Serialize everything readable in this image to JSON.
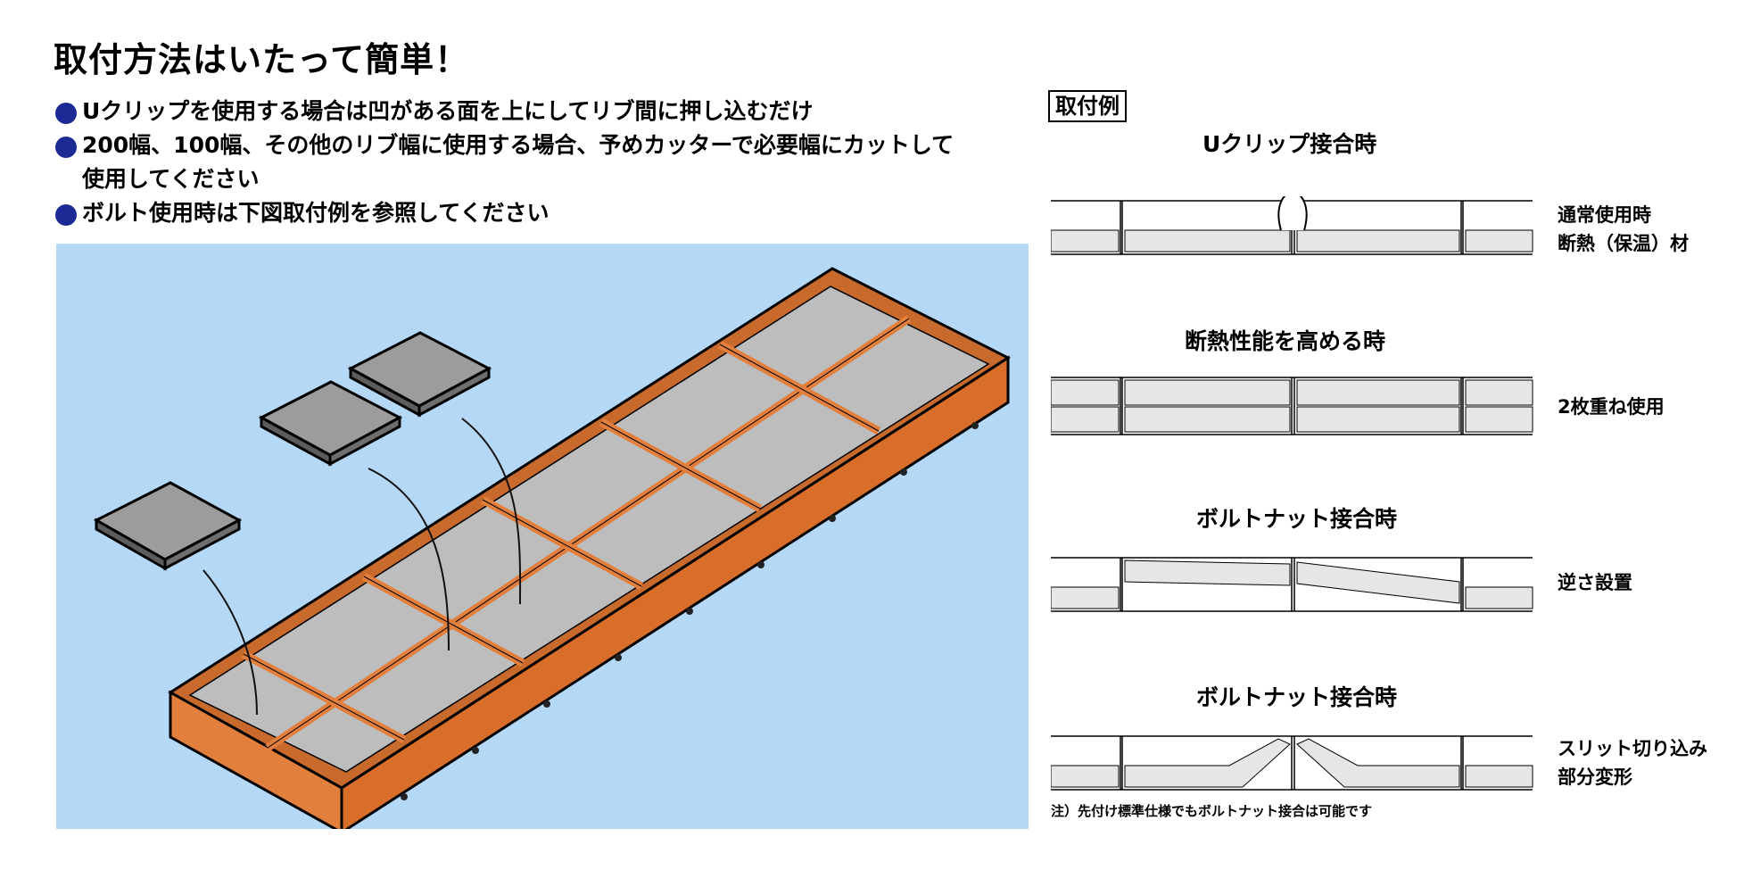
{
  "title": "取付方法はいたって簡単！",
  "bullets": [
    {
      "lines": [
        "Uクリップを使用する場合は凹がある面を上にしてリブ間に押し込むだけ"
      ]
    },
    {
      "lines": [
        "200幅、100幅、その他のリブ幅に使用する場合、予めカッターで必要幅にカットして",
        "使用してください"
      ]
    },
    {
      "lines": [
        "ボルト使用時は下図取付例を参照してください"
      ]
    }
  ],
  "bullet_color": "#1c2a96",
  "colors": {
    "sky": "#b5d8f6",
    "frame_orange": "#e37f3c",
    "panel_gray": "#b2b2b2",
    "insulation_fill": "#e6e6e6"
  },
  "right_panel": {
    "label": "取付例",
    "examples": [
      {
        "heading": "Uクリップ接合時",
        "notes": [
          "通常使用時",
          "断熱（保温）材"
        ]
      },
      {
        "heading": "断熱性能を高める時",
        "notes": [
          "2枚重ね使用"
        ]
      },
      {
        "heading": "ボルトナット接合時",
        "notes": [
          "逆さ設置"
        ]
      },
      {
        "heading": "ボルトナット接合時",
        "notes": [
          "スリット切り込み",
          "部分変形"
        ]
      }
    ],
    "footnote": "注）先付け標準仕様でもボルトナット接合は可能です"
  }
}
